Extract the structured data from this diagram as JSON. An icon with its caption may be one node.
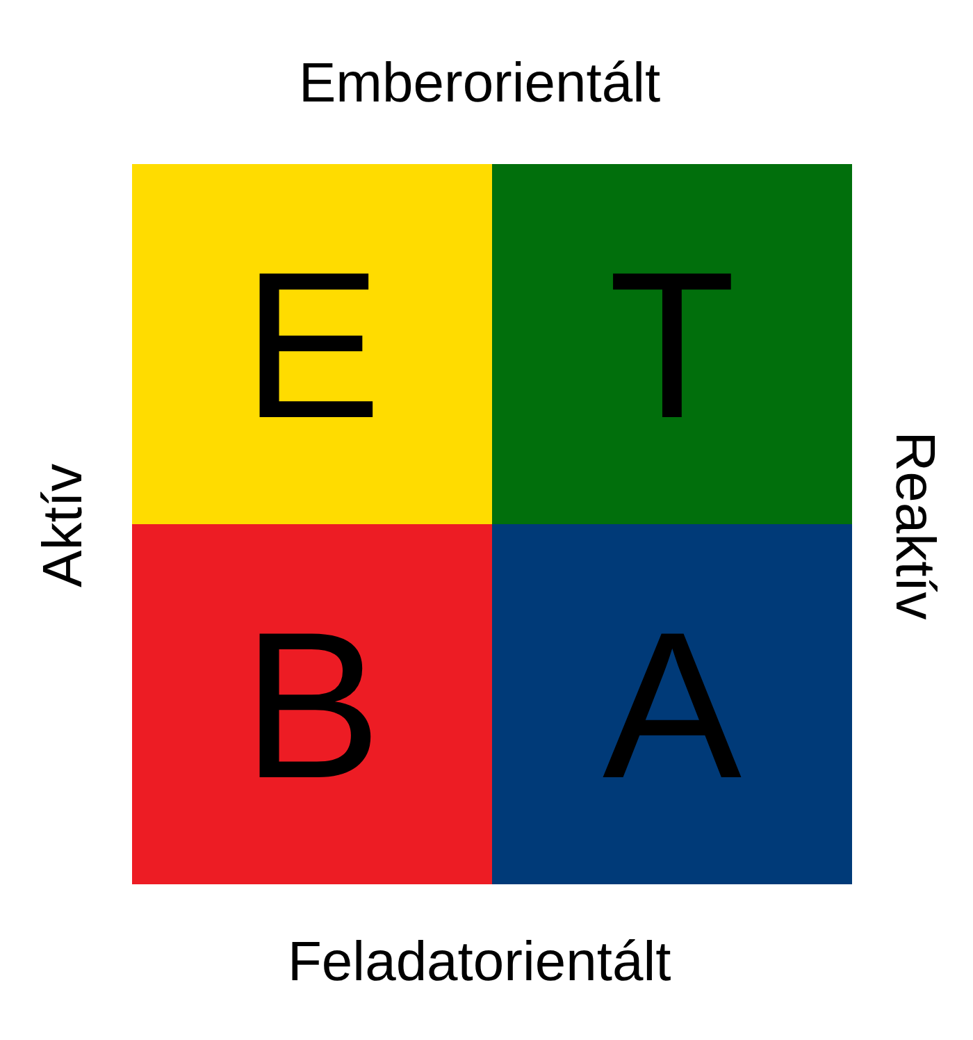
{
  "diagram": {
    "nodes": [
      {
        "text": [
          "E"
        ]
      },
      {
        "text": [
          "T"
        ]
      },
      {
        "text": [
          "B"
        ]
      },
      {
        "text": [
          "A"
        ]
      }
    ],
    "labels": [
      "Emberorientált",
      "Aktív",
      "Reaktív",
      "Feladatorientált"
    ]
  }
}
